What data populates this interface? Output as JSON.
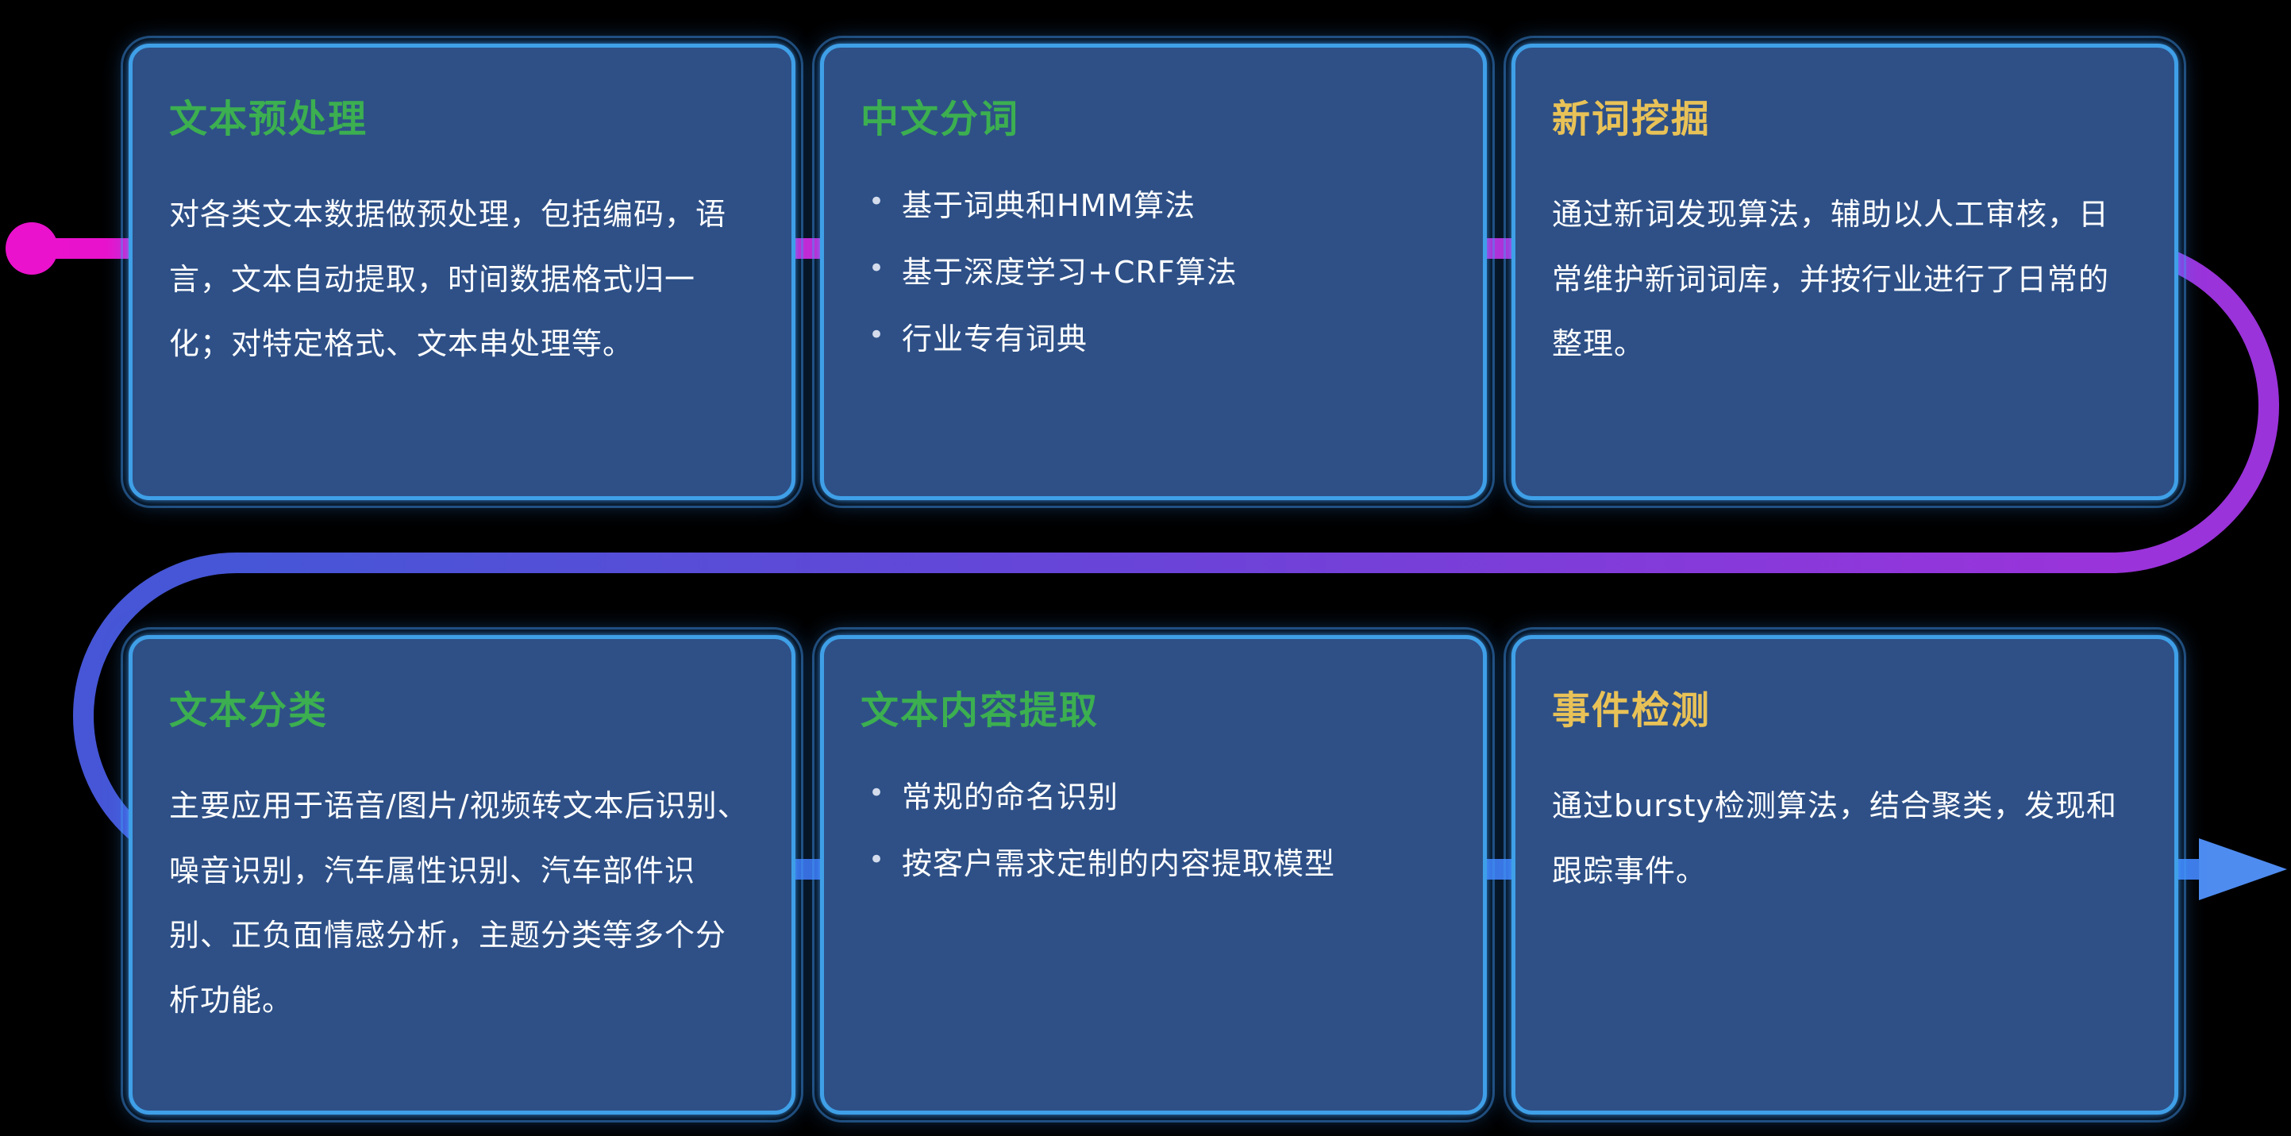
{
  "diagram_title": "NLP capabilities flow diagram",
  "colors": {
    "background": "#000000",
    "card_fill": "#2e5087",
    "card_border": "#3fa0e8",
    "title_green": "#3caf50",
    "title_yellow": "#e9c257",
    "body_text": "#ffffff",
    "flow_magenta": "#ea12cc",
    "flow_purple": "#9a33da",
    "flow_blue": "#3f6ad8",
    "arrow_blue": "#4e8cf0"
  },
  "cards": [
    {
      "id": "text-preprocessing",
      "title": "文本预处理",
      "title_color": "green",
      "type": "paragraph",
      "body": "对各类文本数据做预处理，包括编码，语言，文本自动提取，时间数据格式归一化；对特定格式、文本串处理等。"
    },
    {
      "id": "chinese-word-segmentation",
      "title": "中文分词",
      "title_color": "green",
      "type": "bullets",
      "bullets": [
        "基于词典和HMM算法",
        "基于深度学习+CRF算法",
        "行业专有词典"
      ]
    },
    {
      "id": "new-word-mining",
      "title": "新词挖掘",
      "title_color": "yellow",
      "type": "paragraph",
      "body": "通过新词发现算法，辅助以人工审核，日常维护新词词库，并按行业进行了日常的整理。"
    },
    {
      "id": "text-classification",
      "title": "文本分类",
      "title_color": "green",
      "type": "paragraph",
      "body": "主要应用于语音/图片/视频转文本后识别、噪音识别，汽车属性识别、汽车部件识别、正负面情感分析，主题分类等多个分析功能。"
    },
    {
      "id": "text-content-extraction",
      "title": "文本内容提取",
      "title_color": "green",
      "type": "bullets",
      "bullets": [
        "常规的命名识别",
        "按客户需求定制的内容提取模型"
      ]
    },
    {
      "id": "event-detection",
      "title": "事件检测",
      "title_color": "yellow",
      "type": "paragraph",
      "body": "通过bursty检测算法，结合聚类，发现和跟踪事件。"
    }
  ]
}
